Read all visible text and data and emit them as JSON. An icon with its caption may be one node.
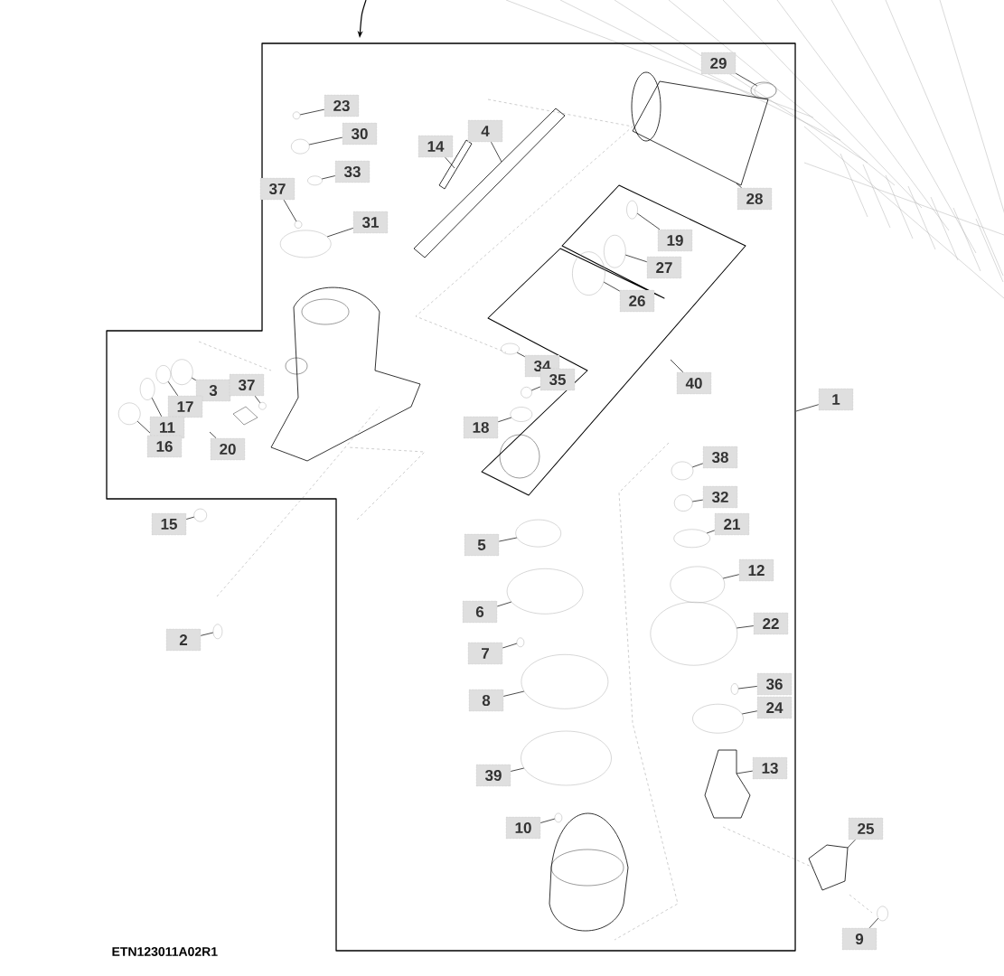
{
  "diagram": {
    "nodes": [
      {
        "text": [
          "29"
        ]
      },
      {
        "text": [
          "23"
        ]
      },
      {
        "text": [
          "30"
        ]
      },
      {
        "text": [
          "4"
        ]
      },
      {
        "text": [
          "14"
        ]
      },
      {
        "text": [
          "33"
        ]
      },
      {
        "text": [
          "37"
        ]
      },
      {
        "text": [
          "28"
        ]
      },
      {
        "text": [
          "31"
        ]
      },
      {
        "text": [
          "19"
        ]
      },
      {
        "text": [
          "27"
        ]
      },
      {
        "text": [
          "26"
        ]
      },
      {
        "text": [
          "34"
        ]
      },
      {
        "text": [
          "35"
        ]
      },
      {
        "text": [
          "40"
        ]
      },
      {
        "text": [
          "3"
        ]
      },
      {
        "text": [
          "37"
        ]
      },
      {
        "text": [
          "1"
        ]
      },
      {
        "text": [
          "17"
        ]
      },
      {
        "text": [
          "11"
        ]
      },
      {
        "text": [
          "18"
        ]
      },
      {
        "text": [
          "16"
        ]
      },
      {
        "text": [
          "20"
        ]
      },
      {
        "text": [
          "38"
        ]
      },
      {
        "text": [
          "32"
        ]
      },
      {
        "text": [
          "15"
        ]
      },
      {
        "text": [
          "21"
        ]
      },
      {
        "text": [
          "5"
        ]
      },
      {
        "text": [
          "12"
        ]
      },
      {
        "text": [
          "6"
        ]
      },
      {
        "text": [
          "22"
        ]
      },
      {
        "text": [
          "2"
        ]
      },
      {
        "text": [
          "7"
        ]
      },
      {
        "text": [
          "36"
        ]
      },
      {
        "text": [
          "8"
        ]
      },
      {
        "text": [
          "24"
        ]
      },
      {
        "text": [
          "39"
        ]
      },
      {
        "text": [
          "13"
        ]
      },
      {
        "text": [
          "25"
        ]
      },
      {
        "text": [
          "10"
        ]
      },
      {
        "text": [
          "9"
        ]
      },
      {
        "text": [],
        "shape": "circle"
      },
      {
        "text": [],
        "shape": "circle"
      },
      {
        "text": [],
        "shape": "circle"
      },
      {
        "text": [],
        "shape": "circle"
      },
      {
        "text": [],
        "shape": "circle"
      },
      {
        "text": [],
        "shape": "circle"
      },
      {
        "text": [],
        "shape": "circle"
      },
      {
        "text": [],
        "shape": "circle"
      },
      {
        "text": [],
        "shape": "circle"
      },
      {
        "text": [],
        "shape": "circle"
      },
      {
        "text": [],
        "shape": "circle"
      },
      {
        "text": [],
        "shape": "circle"
      },
      {
        "text": [],
        "shape": "circle"
      },
      {
        "text": [],
        "shape": "circle"
      },
      {
        "text": [],
        "shape": "circle"
      },
      {
        "text": [],
        "shape": "circle"
      },
      {
        "text": [],
        "shape": "circle"
      },
      {
        "text": [],
        "shape": "circle"
      },
      {
        "text": [],
        "shape": "circle"
      },
      {
        "text": [],
        "shape": "circle"
      },
      {
        "text": [],
        "shape": "circle"
      },
      {
        "text": [],
        "shape": "circle"
      },
      {
        "text": [],
        "shape": "circle"
      },
      {
        "text": [],
        "shape": "circle"
      },
      {
        "text": [],
        "shape": "circle"
      },
      {
        "text": [],
        "shape": "circle"
      },
      {
        "text": [],
        "shape": "circle"
      },
      {
        "text": [],
        "shape": "circle"
      },
      {
        "text": [],
        "shape": "circle"
      },
      {
        "text": [],
        "shape": "circle"
      },
      {
        "text": [],
        "shape": "circle"
      },
      {
        "text": [],
        "shape": "circle"
      },
      {
        "text": [],
        "shape": "circle"
      }
    ],
    "edges": [
      {
        "from": 0,
        "to": 41,
        "arrow": "none"
      },
      {
        "from": 1,
        "to": 42,
        "arrow": "none"
      },
      {
        "from": 2,
        "to": 43,
        "arrow": "none"
      },
      {
        "from": 3,
        "to": null,
        "arrow": "none"
      },
      {
        "from": 4,
        "to": null,
        "arrow": "none"
      },
      {
        "from": 5,
        "to": 44,
        "arrow": "none"
      },
      {
        "from": 6,
        "to": 45,
        "arrow": "none"
      },
      {
        "from": 7,
        "to": null,
        "arrow": "none"
      },
      {
        "from": 8,
        "to": 46,
        "arrow": "none"
      },
      {
        "from": 9,
        "to": 47,
        "arrow": "none"
      },
      {
        "from": 10,
        "to": 48,
        "arrow": "none"
      },
      {
        "from": 11,
        "to": 49,
        "arrow": "none"
      },
      {
        "from": 12,
        "to": 50,
        "arrow": "none"
      },
      {
        "from": 13,
        "to": 51,
        "arrow": "none"
      },
      {
        "from": 14,
        "to": null,
        "arrow": "none"
      },
      {
        "from": 15,
        "to": 52,
        "arrow": "none"
      },
      {
        "from": 16,
        "to": 53,
        "arrow": "none"
      },
      {
        "from": 17,
        "to": null,
        "arrow": "none"
      },
      {
        "from": 18,
        "to": 54,
        "arrow": "none"
      },
      {
        "from": 19,
        "to": 55,
        "arrow": "none"
      },
      {
        "from": 20,
        "to": 56,
        "arrow": "none"
      },
      {
        "from": 21,
        "to": 57,
        "arrow": "none"
      },
      {
        "from": 22,
        "to": null,
        "arrow": "none"
      },
      {
        "from": 23,
        "to": 58,
        "arrow": "none"
      },
      {
        "from": 24,
        "to": 59,
        "arrow": "none"
      },
      {
        "from": 25,
        "to": 60,
        "arrow": "none"
      },
      {
        "from": 26,
        "to": 61,
        "arrow": "none"
      },
      {
        "from": 27,
        "to": 62,
        "arrow": "none"
      },
      {
        "from": 28,
        "to": 63,
        "arrow": "none"
      },
      {
        "from": 29,
        "to": 64,
        "arrow": "none"
      },
      {
        "from": 30,
        "to": 65,
        "arrow": "none"
      },
      {
        "from": 31,
        "to": 66,
        "arrow": "none"
      },
      {
        "from": 32,
        "to": 67,
        "arrow": "none"
      },
      {
        "from": 33,
        "to": 68,
        "arrow": "none"
      },
      {
        "from": 34,
        "to": 69,
        "arrow": "none"
      },
      {
        "from": 35,
        "to": 70,
        "arrow": "none"
      },
      {
        "from": 36,
        "to": 71,
        "arrow": "none"
      },
      {
        "from": 37,
        "to": null,
        "arrow": "none"
      },
      {
        "from": 38,
        "to": null,
        "arrow": "none"
      },
      {
        "from": 39,
        "to": 72,
        "arrow": "none"
      },
      {
        "from": 40,
        "to": 73,
        "arrow": "none"
      }
    ],
    "labels": [
      "ETN123011A02R1"
    ]
  }
}
